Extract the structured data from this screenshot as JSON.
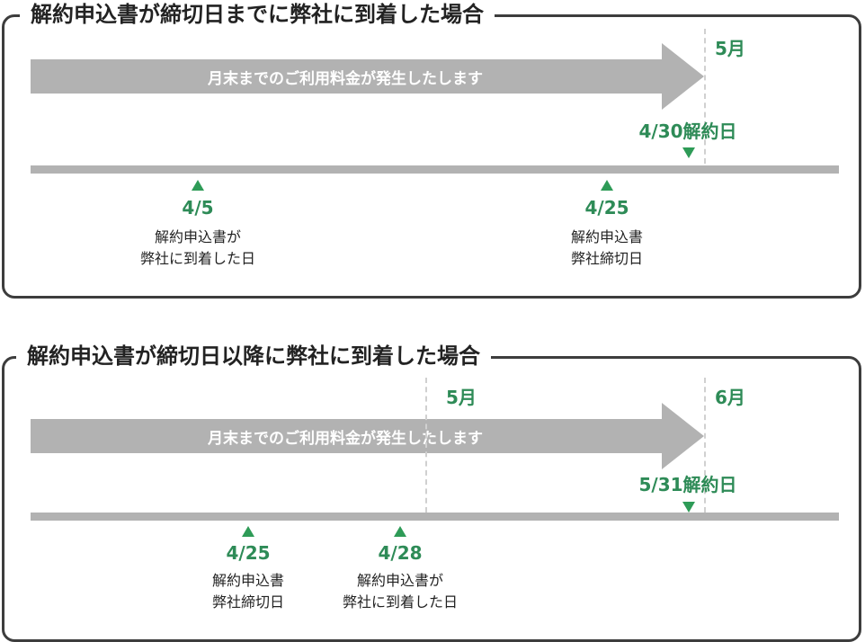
{
  "colors": {
    "accent_green": "#2e9b57",
    "arrow_gray": "#b2b2b2",
    "frame": "#3d3d3d"
  },
  "panel1": {
    "title": "解約申込書が締切日までに弊社に到着した場合",
    "arrow_label": "月末までのご利用料金が発生したします",
    "month_label": "5月",
    "cancel_date": "4/30解約日",
    "markers": [
      {
        "date": "4/5",
        "note_line1": "解約申込書が",
        "note_line2": "弊社に到着した日"
      },
      {
        "date": "4/25",
        "note_line1": "解約申込書",
        "note_line2": "弊社締切日"
      }
    ]
  },
  "panel2": {
    "title": "解約申込書が締切日以降に弊社に到着した場合",
    "arrow_label": "月末までのご利用料金が発生したします",
    "month_label_1": "5月",
    "month_label_2": "6月",
    "cancel_date": "5/31解約日",
    "markers": [
      {
        "date": "4/25",
        "note_line1": "解約申込書",
        "note_line2": "弊社締切日"
      },
      {
        "date": "4/28",
        "note_line1": "解約申込書が",
        "note_line2": "弊社に到着した日"
      }
    ]
  }
}
